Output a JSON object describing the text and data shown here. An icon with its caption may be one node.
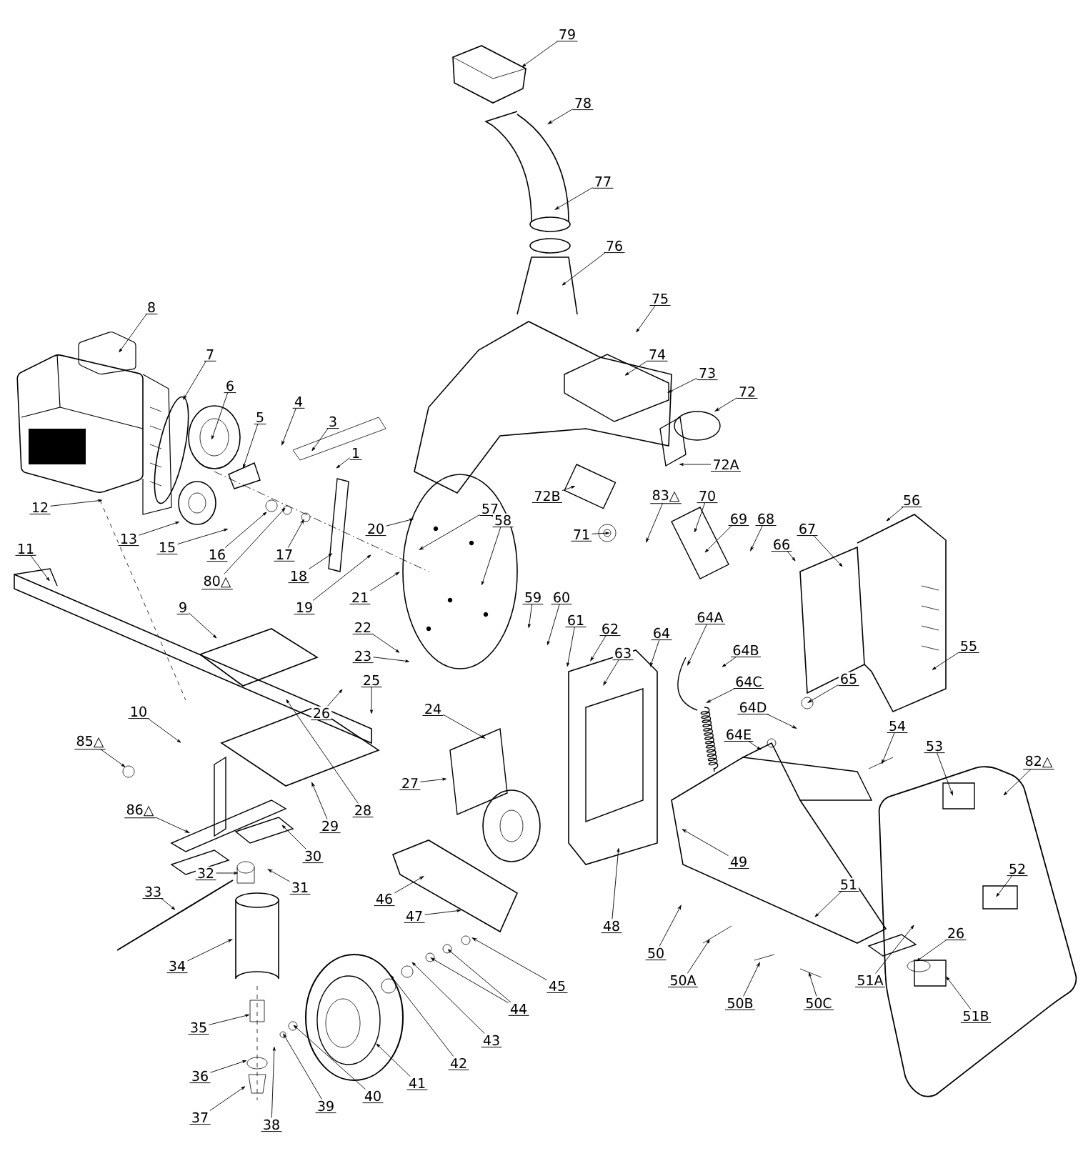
{
  "diagram": {
    "nodes": [
      {
        "text": [
          "79"
        ]
      },
      {
        "text": [
          "78"
        ]
      },
      {
        "text": [
          "77"
        ]
      },
      {
        "text": [
          "76"
        ]
      },
      {
        "text": [
          "75"
        ]
      },
      {
        "text": [
          "8"
        ]
      },
      {
        "text": [
          "7"
        ]
      },
      {
        "text": [
          "74"
        ]
      },
      {
        "text": [
          "73"
        ]
      },
      {
        "text": [
          "6"
        ]
      },
      {
        "text": [
          "72"
        ]
      },
      {
        "text": [
          "4"
        ]
      },
      {
        "text": [
          "5"
        ]
      },
      {
        "text": [
          "3"
        ]
      },
      {
        "text": [
          "1"
        ]
      },
      {
        "text": [
          "72A"
        ]
      },
      {
        "text": [
          "72B"
        ]
      },
      {
        "text": [
          "83△"
        ]
      },
      {
        "text": [
          "70"
        ]
      },
      {
        "text": [
          "56"
        ]
      },
      {
        "text": [
          "12"
        ]
      },
      {
        "text": [
          "57"
        ]
      },
      {
        "text": [
          "69"
        ]
      },
      {
        "text": [
          "68"
        ]
      },
      {
        "text": [
          "58"
        ]
      },
      {
        "text": [
          "20"
        ]
      },
      {
        "text": [
          "67"
        ]
      },
      {
        "text": [
          "71"
        ]
      },
      {
        "text": [
          "13"
        ]
      },
      {
        "text": [
          "66"
        ]
      },
      {
        "text": [
          "15"
        ]
      },
      {
        "text": [
          "11"
        ]
      },
      {
        "text": [
          "16"
        ]
      },
      {
        "text": [
          "17"
        ]
      },
      {
        "text": [
          "18"
        ]
      },
      {
        "text": [
          "80△"
        ]
      },
      {
        "text": [
          "21"
        ]
      },
      {
        "text": [
          "59"
        ]
      },
      {
        "text": [
          "60"
        ]
      },
      {
        "text": [
          "19"
        ]
      },
      {
        "text": [
          "9"
        ]
      },
      {
        "text": [
          "61"
        ]
      },
      {
        "text": [
          "64A"
        ]
      },
      {
        "text": [
          "22"
        ]
      },
      {
        "text": [
          "62"
        ]
      },
      {
        "text": [
          "64"
        ]
      },
      {
        "text": [
          "55"
        ]
      },
      {
        "text": [
          "64B"
        ]
      },
      {
        "text": [
          "63"
        ]
      },
      {
        "text": [
          "23"
        ]
      },
      {
        "text": [
          "65"
        ]
      },
      {
        "text": [
          "25"
        ]
      },
      {
        "text": [
          "64C"
        ]
      },
      {
        "text": [
          "64D"
        ]
      },
      {
        "text": [
          "24"
        ]
      },
      {
        "text": [
          "10"
        ]
      },
      {
        "text": [
          "26"
        ]
      },
      {
        "text": [
          "54"
        ]
      },
      {
        "text": [
          "64E"
        ]
      },
      {
        "text": [
          "85△"
        ]
      },
      {
        "text": [
          "53"
        ]
      },
      {
        "text": [
          "82△"
        ]
      },
      {
        "text": [
          "27"
        ]
      },
      {
        "text": [
          "28"
        ]
      },
      {
        "text": [
          "86△"
        ]
      },
      {
        "text": [
          "29"
        ]
      },
      {
        "text": [
          "30"
        ]
      },
      {
        "text": [
          "49"
        ]
      },
      {
        "text": [
          "52"
        ]
      },
      {
        "text": [
          "32"
        ]
      },
      {
        "text": [
          "51"
        ]
      },
      {
        "text": [
          "31"
        ]
      },
      {
        "text": [
          "33"
        ]
      },
      {
        "text": [
          "46"
        ]
      },
      {
        "text": [
          "47"
        ]
      },
      {
        "text": [
          "48"
        ]
      },
      {
        "text": [
          "26"
        ]
      },
      {
        "text": [
          "50"
        ]
      },
      {
        "text": [
          "34"
        ]
      },
      {
        "text": [
          "51A"
        ]
      },
      {
        "text": [
          "50A"
        ]
      },
      {
        "text": [
          "45"
        ]
      },
      {
        "text": [
          "44"
        ]
      },
      {
        "text": [
          "50C"
        ]
      },
      {
        "text": [
          "50B"
        ]
      },
      {
        "text": [
          "51B"
        ]
      },
      {
        "text": [
          "35"
        ]
      },
      {
        "text": [
          "43"
        ]
      },
      {
        "text": [
          "42"
        ]
      },
      {
        "text": [
          "36"
        ]
      },
      {
        "text": [
          "41"
        ]
      },
      {
        "text": [
          "40"
        ]
      },
      {
        "text": [
          "39"
        ]
      },
      {
        "text": [
          "37"
        ]
      },
      {
        "text": [
          "38"
        ]
      }
    ],
    "edges": [
      {
        "from": 0,
        "to": null,
        "arrow": "to"
      },
      {
        "from": 1,
        "to": null,
        "arrow": "to"
      },
      {
        "from": 2,
        "to": null,
        "arrow": "to"
      },
      {
        "from": 3,
        "to": null,
        "arrow": "to"
      },
      {
        "from": 4,
        "to": null,
        "arrow": "to"
      },
      {
        "from": 5,
        "to": null,
        "arrow": "to"
      },
      {
        "from": 6,
        "to": null,
        "arrow": "to"
      },
      {
        "from": 7,
        "to": null,
        "arrow": "to"
      },
      {
        "from": 8,
        "to": null,
        "arrow": "to"
      },
      {
        "from": 9,
        "to": null,
        "arrow": "to"
      },
      {
        "from": 10,
        "to": null,
        "arrow": "to"
      },
      {
        "from": 11,
        "to": null,
        "arrow": "to"
      },
      {
        "from": 12,
        "to": null,
        "arrow": "to"
      },
      {
        "from": 13,
        "to": null,
        "arrow": "to"
      },
      {
        "from": 14,
        "to": null,
        "arrow": "to"
      },
      {
        "from": 15,
        "to": null,
        "arrow": "to"
      },
      {
        "from": 16,
        "to": null,
        "arrow": "to"
      },
      {
        "from": 17,
        "to": null,
        "arrow": "to"
      },
      {
        "from": 18,
        "to": null,
        "arrow": "to"
      },
      {
        "from": 19,
        "to": null,
        "arrow": "to"
      },
      {
        "from": 20,
        "to": null,
        "arrow": "to"
      },
      {
        "from": 21,
        "to": null,
        "arrow": "to"
      },
      {
        "from": 22,
        "to": null,
        "arrow": "to"
      },
      {
        "from": 23,
        "to": null,
        "arrow": "to"
      },
      {
        "from": 24,
        "to": null,
        "arrow": "to"
      },
      {
        "from": 25,
        "to": null,
        "arrow": "to"
      },
      {
        "from": 26,
        "to": null,
        "arrow": "to"
      },
      {
        "from": 27,
        "to": null,
        "arrow": "to"
      },
      {
        "from": 28,
        "to": null,
        "arrow": "to"
      },
      {
        "from": 29,
        "to": null,
        "arrow": "to"
      },
      {
        "from": 30,
        "to": null,
        "arrow": "to"
      },
      {
        "from": 31,
        "to": null,
        "arrow": "to"
      },
      {
        "from": 32,
        "to": null,
        "arrow": "to"
      },
      {
        "from": 33,
        "to": null,
        "arrow": "to"
      },
      {
        "from": 34,
        "to": null,
        "arrow": "to"
      },
      {
        "from": 35,
        "to": null,
        "arrow": "to"
      },
      {
        "from": 36,
        "to": null,
        "arrow": "to"
      },
      {
        "from": 37,
        "to": null,
        "arrow": "to"
      },
      {
        "from": 38,
        "to": null,
        "arrow": "to"
      },
      {
        "from": 39,
        "to": null,
        "arrow": "to"
      },
      {
        "from": 40,
        "to": null,
        "arrow": "to"
      },
      {
        "from": 41,
        "to": null,
        "arrow": "to"
      },
      {
        "from": 42,
        "to": null,
        "arrow": "to"
      },
      {
        "from": 43,
        "to": null,
        "arrow": "to"
      },
      {
        "from": 44,
        "to": null,
        "arrow": "to"
      },
      {
        "from": 45,
        "to": null,
        "arrow": "to"
      },
      {
        "from": 46,
        "to": null,
        "arrow": "to"
      },
      {
        "from": 47,
        "to": null,
        "arrow": "to"
      },
      {
        "from": 48,
        "to": null,
        "arrow": "to"
      },
      {
        "from": 49,
        "to": null,
        "arrow": "to"
      },
      {
        "from": 50,
        "to": null,
        "arrow": "to"
      },
      {
        "from": 51,
        "to": null,
        "arrow": "to"
      },
      {
        "from": 52,
        "to": null,
        "arrow": "to"
      },
      {
        "from": 53,
        "to": null,
        "arrow": "to"
      },
      {
        "from": 54,
        "to": null,
        "arrow": "to"
      },
      {
        "from": 55,
        "to": null,
        "arrow": "to"
      },
      {
        "from": 56,
        "to": null,
        "arrow": "to"
      },
      {
        "from": 57,
        "to": null,
        "arrow": "to"
      },
      {
        "from": 58,
        "to": null,
        "arrow": "to"
      },
      {
        "from": 59,
        "to": null,
        "arrow": "to"
      },
      {
        "from": 60,
        "to": null,
        "arrow": "to"
      },
      {
        "from": 61,
        "to": null,
        "arrow": "to"
      },
      {
        "from": 62,
        "to": null,
        "arrow": "to"
      },
      {
        "from": 63,
        "to": null,
        "arrow": "to"
      },
      {
        "from": 64,
        "to": null,
        "arrow": "to"
      },
      {
        "from": 65,
        "to": null,
        "arrow": "to"
      },
      {
        "from": 66,
        "to": null,
        "arrow": "to"
      },
      {
        "from": 67,
        "to": null,
        "arrow": "to"
      },
      {
        "from": 68,
        "to": null,
        "arrow": "to"
      },
      {
        "from": 69,
        "to": null,
        "arrow": "to"
      },
      {
        "from": 70,
        "to": null,
        "arrow": "to"
      },
      {
        "from": 71,
        "to": null,
        "arrow": "to"
      },
      {
        "from": 72,
        "to": null,
        "arrow": "to"
      },
      {
        "from": 73,
        "to": null,
        "arrow": "to"
      },
      {
        "from": 74,
        "to": null,
        "arrow": "to"
      },
      {
        "from": 75,
        "to": null,
        "arrow": "to"
      },
      {
        "from": 76,
        "to": null,
        "arrow": "to"
      },
      {
        "from": 77,
        "to": null,
        "arrow": "to"
      },
      {
        "from": 78,
        "to": null,
        "arrow": "to"
      },
      {
        "from": 79,
        "to": null,
        "arrow": "to"
      },
      {
        "from": 80,
        "to": null,
        "arrow": "to"
      },
      {
        "from": 81,
        "to": null,
        "arrow": "to"
      },
      {
        "from": 82,
        "to": null,
        "arrow": "to"
      },
      {
        "from": 82,
        "to": null,
        "arrow": "to"
      },
      {
        "from": 83,
        "to": null,
        "arrow": "to"
      },
      {
        "from": 84,
        "to": null,
        "arrow": "to"
      },
      {
        "from": 85,
        "to": null,
        "arrow": "to"
      },
      {
        "from": 86,
        "to": null,
        "arrow": "to"
      },
      {
        "from": 87,
        "to": null,
        "arrow": "to"
      },
      {
        "from": 88,
        "to": null,
        "arrow": "to"
      },
      {
        "from": 89,
        "to": null,
        "arrow": "to"
      },
      {
        "from": 90,
        "to": null,
        "arrow": "to"
      },
      {
        "from": 91,
        "to": null,
        "arrow": "to"
      },
      {
        "from": 92,
        "to": null,
        "arrow": "to"
      },
      {
        "from": 93,
        "to": null,
        "arrow": "to"
      },
      {
        "from": 94,
        "to": null,
        "arrow": "to"
      }
    ]
  }
}
